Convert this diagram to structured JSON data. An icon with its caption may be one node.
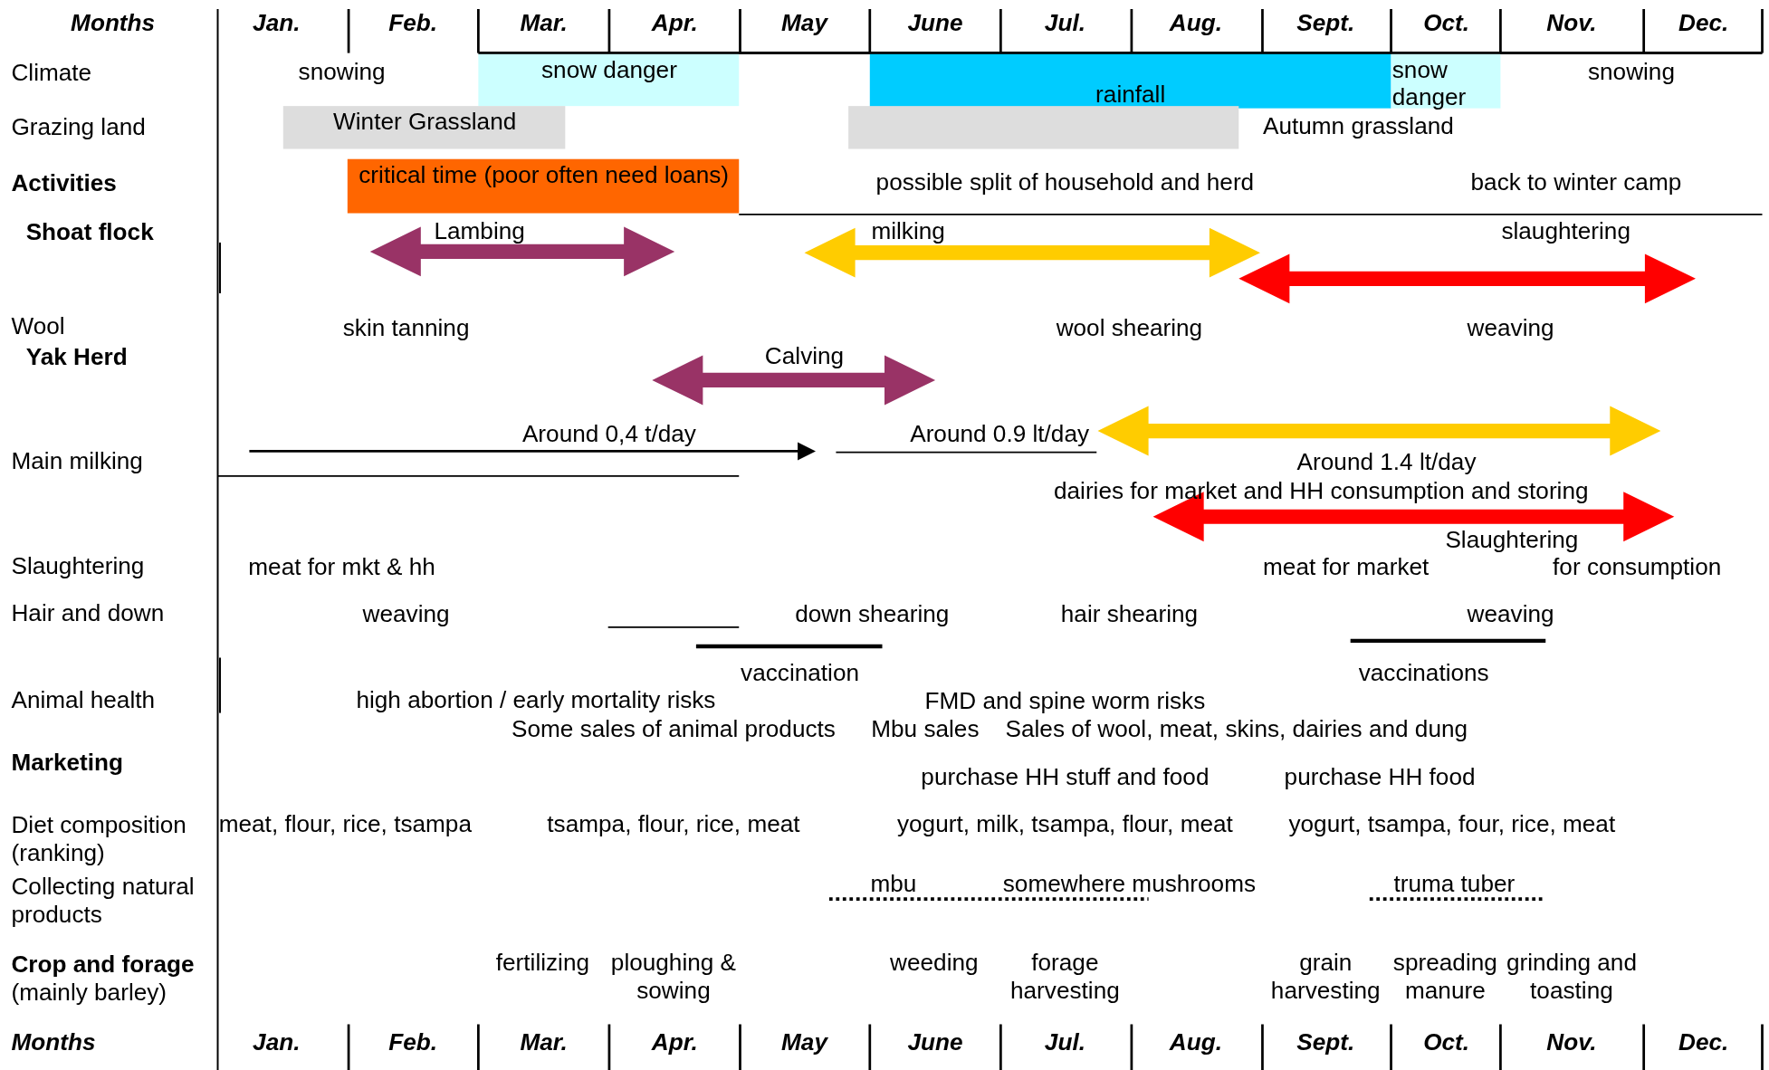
{
  "diagram": {
    "nodes": [
      {
        "text": [
          "snow danger"
        ]
      },
      {
        "text": [
          "rainfall"
        ]
      },
      {
        "text": [
          "snow danger"
        ]
      },
      {
        "text": [
          "Winter Grassland"
        ]
      },
      {
        "text": [],
        "shape": "bar"
      },
      {
        "text": [
          "critical time (poor often need loans)"
        ]
      }
    ],
    "labels": [
      "Months",
      "Jan.",
      "Feb.",
      "Mar.",
      "Apr.",
      "May",
      "June",
      "Jul.",
      "Aug.",
      "Sept.",
      "Oct.",
      "Nov.",
      "Dec.",
      "Climate",
      "snowing",
      "snowing",
      "Grazing land",
      "Autumn grassland",
      "Activities",
      "possible split of household and herd",
      "back to winter camp",
      "Shoat flock",
      "Lambing",
      "milking",
      "slaughtering",
      "Wool",
      "skin tanning",
      "wool shearing",
      "weaving",
      "Yak Herd",
      "Calving",
      "Around 0,4 t/day",
      "Around 0.9 lt/day",
      "Main milking",
      "Around 1.4 lt/day",
      "dairies for market and HH consumption and storing",
      "Slaughtering",
      "Slaughtering",
      "meat for mkt & hh",
      "meat for market",
      "for consumption",
      "Hair and down",
      "weaving",
      "down shearing",
      "hair shearing",
      "weaving",
      "vaccination",
      "vaccinations",
      "Animal health",
      "high abortion / early mortality risks",
      "FMD and spine worm risks",
      "Some sales of animal products",
      "Mbu sales",
      "Sales of wool, meat, skins, dairies and dung",
      "Marketing",
      "purchase HH stuff and food",
      "purchase HH food",
      "Diet composition (ranking)",
      "meat, flour, rice, tsampa",
      "tsampa, flour, rice, meat",
      "yogurt, milk, tsampa, flour, meat",
      "yogurt, tsampa, four, rice, meat",
      "Collecting natural products",
      "mbu",
      "somewhere mushrooms",
      "truma tuber",
      "**Crop and forage** (mainly barley)",
      "fertilizing",
      "ploughing & sowing",
      "weeding",
      "forage harvesting",
      "grain harvesting",
      "spreading manure",
      "grinding and toasting",
      "Months",
      "Jan.",
      "Feb.",
      "Mar.",
      "Apr.",
      "May",
      "June",
      "Jul.",
      "Aug.",
      "Sept.",
      "Oct.",
      "Nov.",
      "Dec."
    ]
  }
}
